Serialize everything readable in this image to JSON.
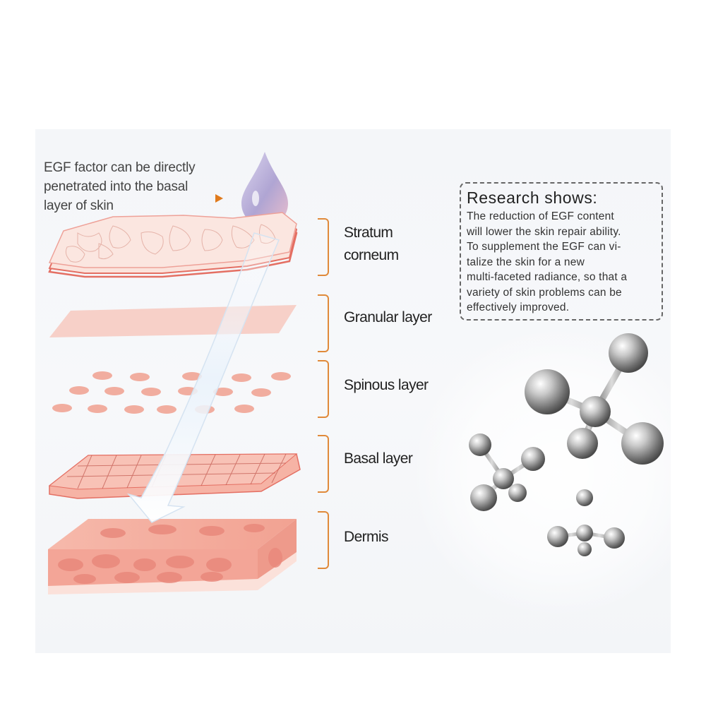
{
  "intro_text": [
    "EGF factor can be directly",
    "penetrated into the basal",
    "layer of skin"
  ],
  "layers": [
    {
      "label_lines": [
        "Stratum",
        "corneum"
      ]
    },
    {
      "label_lines": [
        "Granular layer"
      ]
    },
    {
      "label_lines": [
        "Spinous layer"
      ]
    },
    {
      "label_lines": [
        "Basal layer"
      ]
    },
    {
      "label_lines": [
        "Dermis"
      ]
    }
  ],
  "research": {
    "title": "Research shows:",
    "lines": [
      "The reduction of EGF content",
      "will lower the skin repair ability.",
      "To supplement the EGF can vi-",
      "talize the skin for a new",
      "multi-faceted radiance, so that a",
      "variety of skin problems can be",
      "effectively improved."
    ]
  },
  "colors": {
    "skin_pink": "#f4a99a",
    "skin_light": "#fbe3dc",
    "skin_line": "#e46f63",
    "bracket_orange": "#e08a3a",
    "pointer_orange": "#e07a1c",
    "molecule_gray": "#8a8a8a"
  },
  "icons": [
    "water-drop-icon",
    "arrow-right-icon",
    "molecule-icon"
  ]
}
